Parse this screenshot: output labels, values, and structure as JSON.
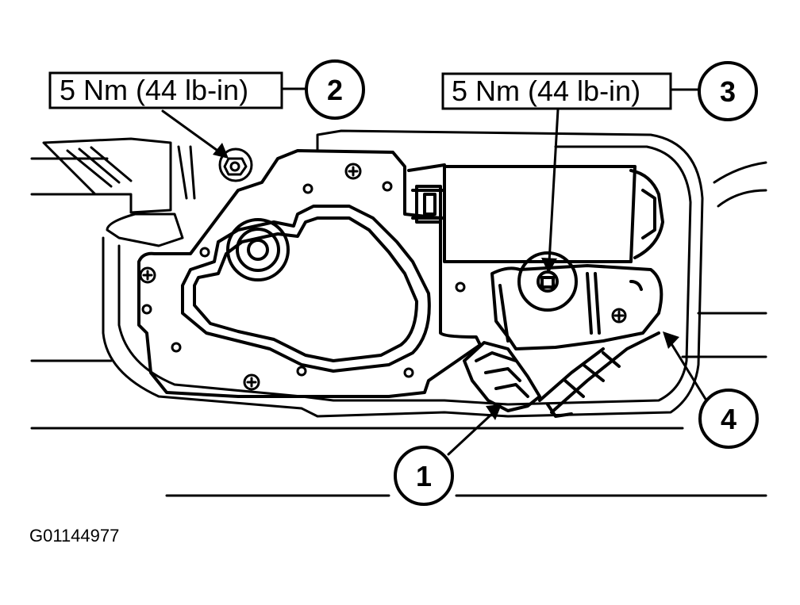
{
  "figure": {
    "id_label": "G01144977"
  },
  "callouts": [
    {
      "number": "1"
    },
    {
      "number": "2",
      "torque": "5 Nm (44 lb-in)"
    },
    {
      "number": "3",
      "torque": "5 Nm (44 lb-in)"
    },
    {
      "number": "4"
    }
  ],
  "colors": {
    "ink": "#000000",
    "paper": "#ffffff"
  }
}
